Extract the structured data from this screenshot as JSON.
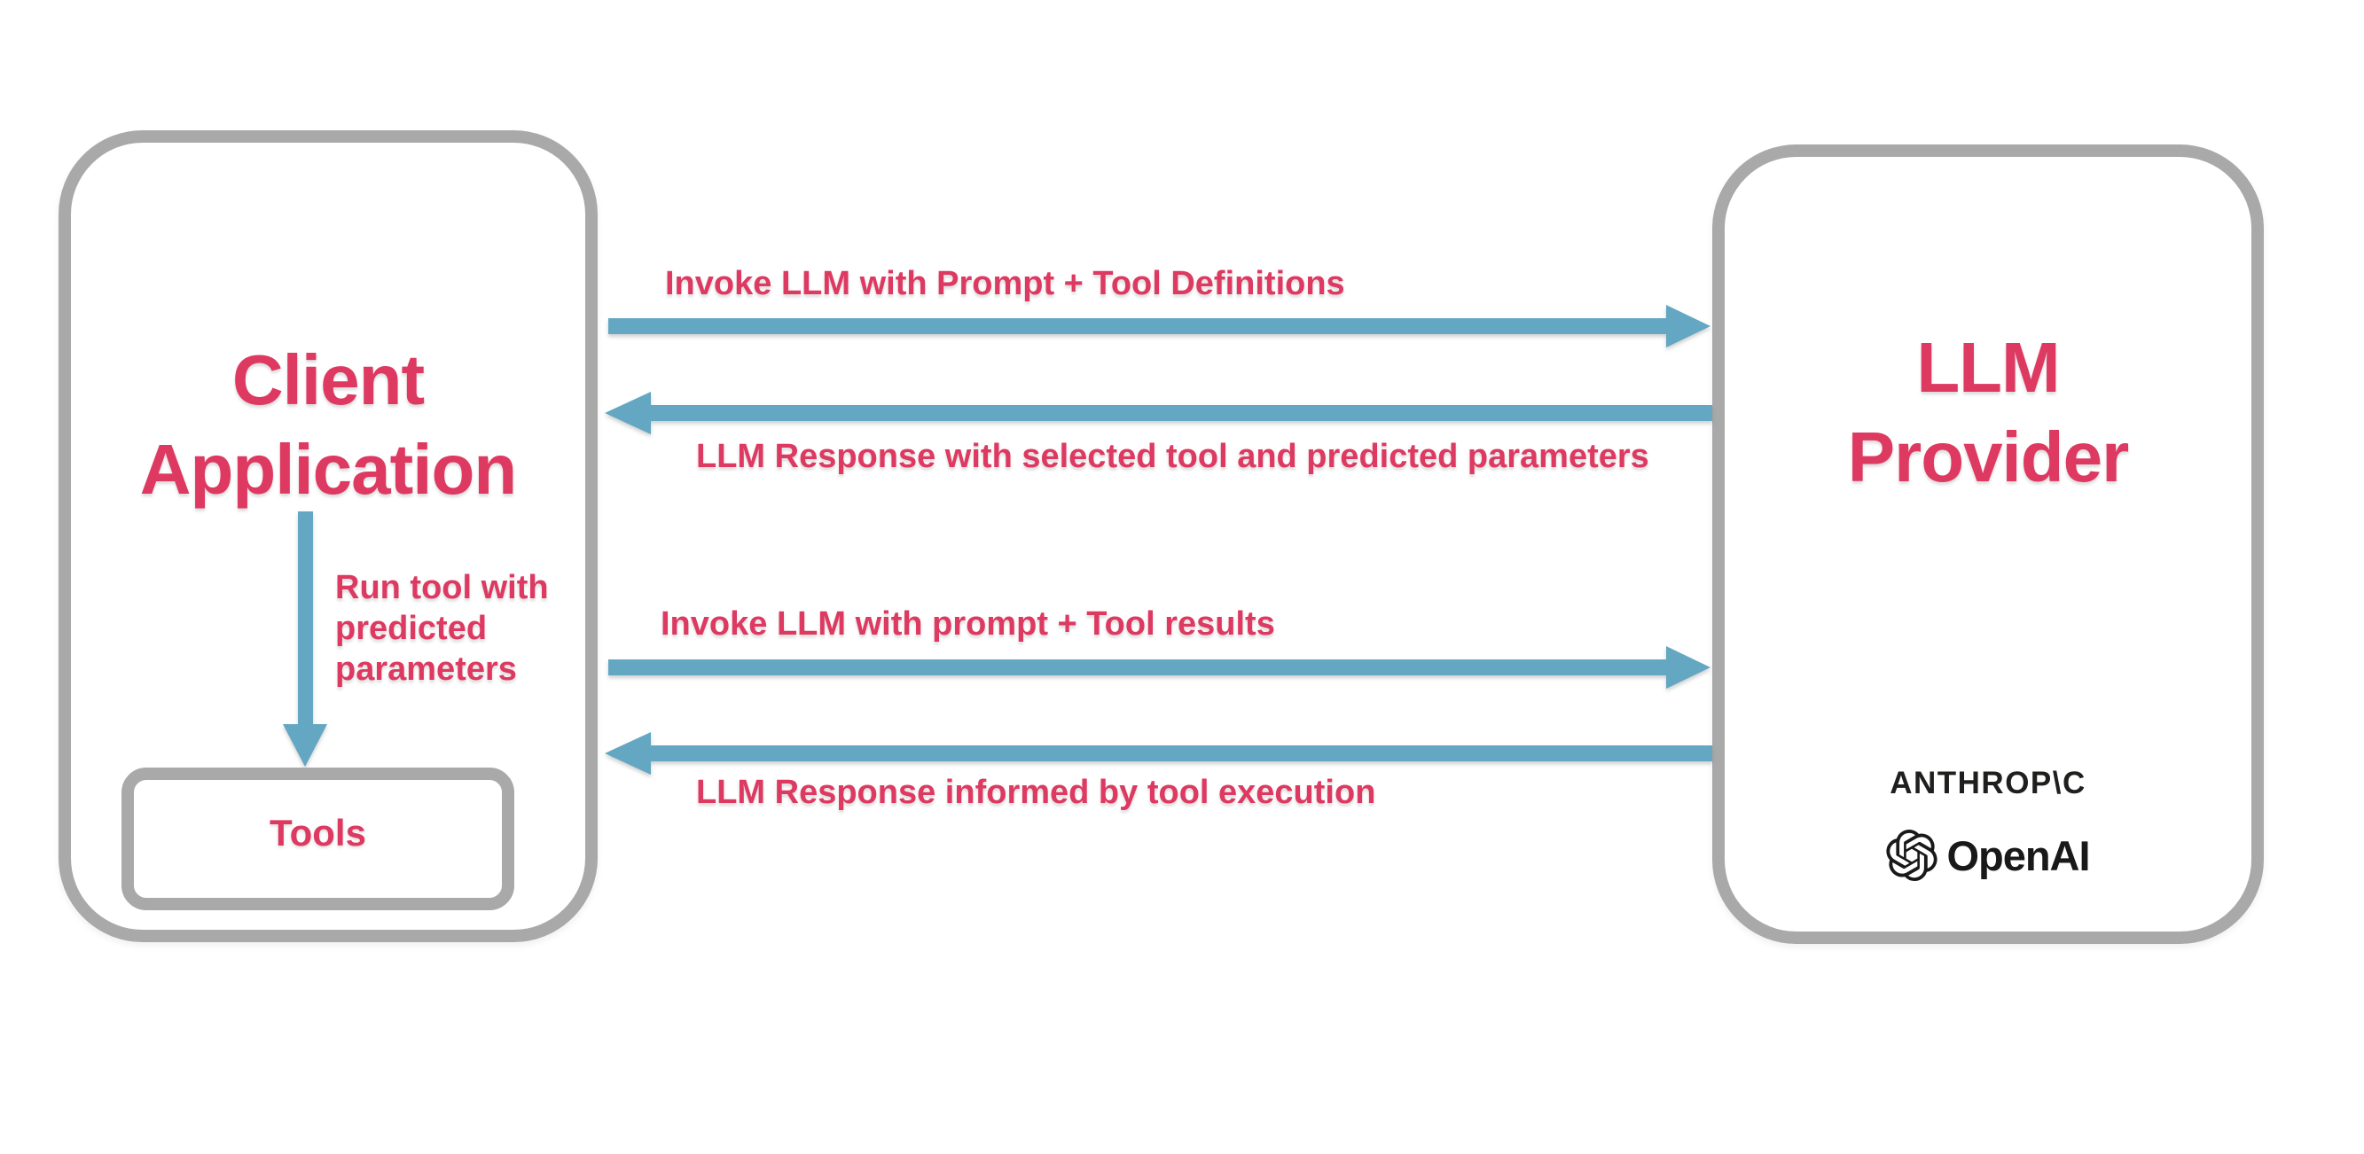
{
  "colors": {
    "accent_pink": "#dd3961",
    "arrow_blue": "#64a7c2",
    "border_gray": "#a9a9a9",
    "logo_black": "#1f1f1d",
    "background": "#ffffff"
  },
  "client_box": {
    "title_lines": [
      "Client",
      "Application"
    ],
    "tools_label": "Tools",
    "run_tool_label_lines": [
      "Run tool with",
      "predicted",
      "parameters"
    ]
  },
  "llm_box": {
    "title_lines": [
      "LLM",
      "Provider"
    ],
    "anthropic_wordmark": "ANTHROP\\C",
    "openai_wordmark": "OpenAI",
    "openai_icon": "openai-flower-icon"
  },
  "arrows": [
    {
      "direction": "right",
      "from": "Client Application",
      "to": "LLM Provider",
      "label": "Invoke LLM with Prompt + Tool Definitions"
    },
    {
      "direction": "left",
      "from": "LLM Provider",
      "to": "Client Application",
      "label": "LLM Response with selected tool and predicted parameters"
    },
    {
      "direction": "right",
      "from": "Client Application",
      "to": "LLM Provider",
      "label": "Invoke LLM with prompt + Tool results"
    },
    {
      "direction": "left",
      "from": "LLM Provider",
      "to": "Client Application",
      "label": "LLM Response informed by tool execution"
    },
    {
      "direction": "down",
      "from": "Client Application",
      "to": "Tools",
      "label": "Run tool with predicted parameters"
    }
  ]
}
